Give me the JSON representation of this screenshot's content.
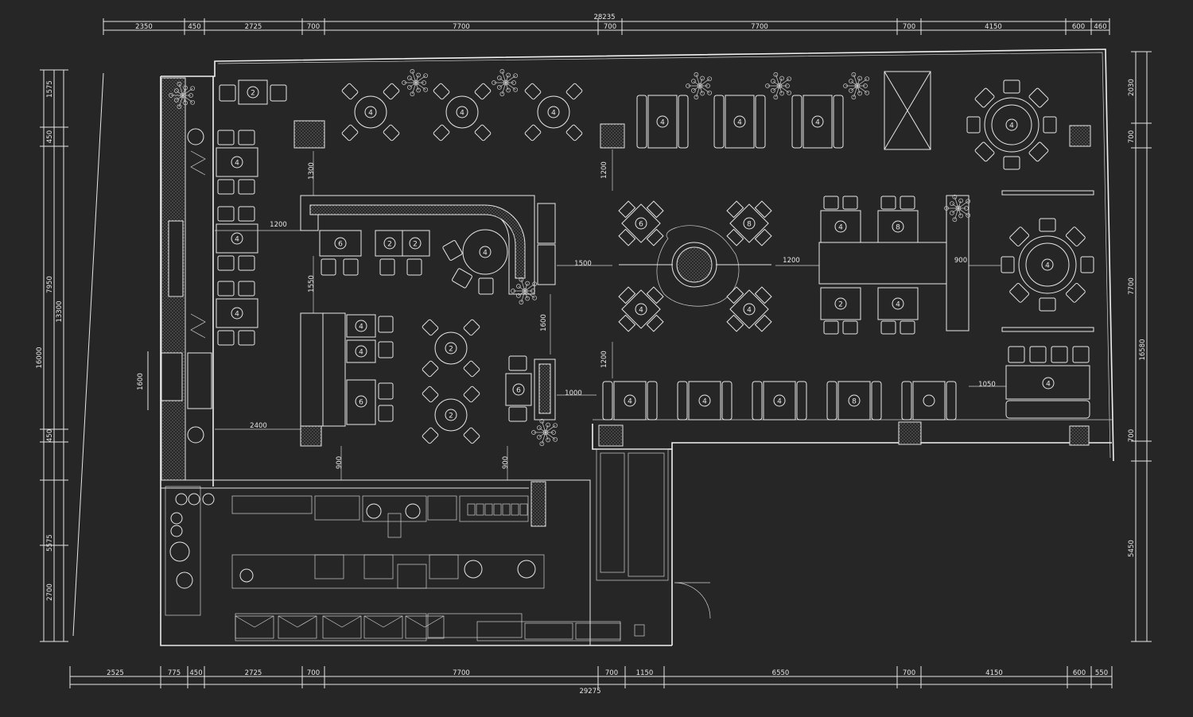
{
  "plan": {
    "dims_top": [
      "28235",
      "2350",
      "450",
      "2725",
      "700",
      "7700",
      "700",
      "7700",
      "700",
      "4150",
      "600",
      "460"
    ],
    "dims_bottom": [
      "29275",
      "2525",
      "775",
      "450",
      "2725",
      "700",
      "7700",
      "700",
      "1150",
      "6550",
      "700",
      "4150",
      "600",
      "550"
    ],
    "dims_left": [
      "1575",
      "450",
      "7950",
      "13300",
      "16000",
      "5575",
      "2700",
      "1600",
      "450"
    ],
    "dims_right": [
      "2030",
      "700",
      "7700",
      "16580",
      "700",
      "5450"
    ],
    "dims_inner": [
      "1300",
      "1200",
      "1550",
      "2400",
      "900",
      "900",
      "1500",
      "1600",
      "1200",
      "1200",
      "1200",
      "900",
      "1000",
      "1050"
    ],
    "seat_counts": [
      "2",
      "4",
      "4",
      "4",
      "4",
      "4",
      "4",
      "2",
      "2",
      "6",
      "2",
      "2",
      "4",
      "4",
      "4",
      "6",
      "6",
      "6",
      "8",
      "4",
      "4",
      "4",
      "4",
      "4",
      "4",
      "4",
      "4",
      "8",
      "2",
      "4",
      "4",
      "4",
      "4",
      "4",
      "8"
    ],
    "colors": {
      "background": "#262626",
      "linework": "#e6e6e6"
    }
  }
}
